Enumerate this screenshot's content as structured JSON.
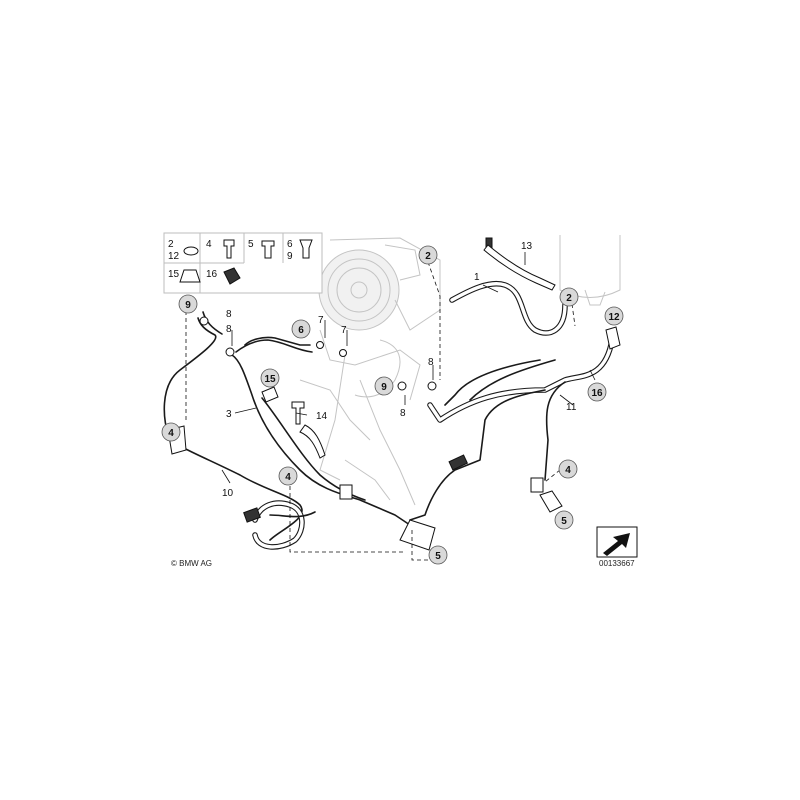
{
  "diagram": {
    "copyright": "© BMW AG",
    "ref_number": "00133667"
  },
  "legend": {
    "row1": [
      "2",
      "4",
      "5",
      "6"
    ],
    "row2": [
      "12",
      "9"
    ],
    "row3": [
      "15",
      "16"
    ]
  },
  "callouts": {
    "c2_top": "2",
    "c2_right": "2",
    "c12": "12",
    "c16": "16",
    "c9_left": "9",
    "c9_mid": "9",
    "c6": "6",
    "c15": "15",
    "c4_left": "4",
    "c4_mid": "4",
    "c4_right": "4",
    "c5_mid": "5",
    "c5_right": "5"
  },
  "labels": {
    "l1": "1",
    "l13": "13",
    "l3": "3",
    "l14": "14",
    "l10": "10",
    "l11": "11",
    "l7a": "7",
    "l7b": "7",
    "l8a": "8",
    "l8b": "8",
    "l8c": "8",
    "l8d": "8"
  }
}
